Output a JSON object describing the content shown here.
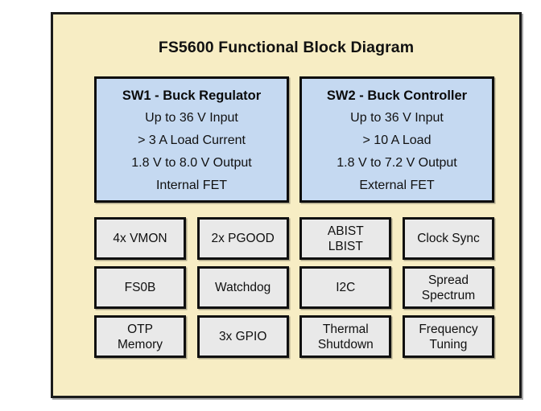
{
  "diagram": {
    "title": "FS5600 Functional Block Diagram",
    "frame_background": "#f7edc4",
    "frame_border_color": "#1b1b1b",
    "switcher_block_color": "#c5d9f1",
    "feature_block_color": "#e9e9e9",
    "text_color": "#101010"
  },
  "switchers": [
    {
      "title": "SW1 - Buck Regulator",
      "lines": [
        "Up to 36 V Input",
        "> 3 A Load Current",
        "1.8 V to 8.0 V Output",
        "Internal FET"
      ]
    },
    {
      "title": "SW2 - Buck Controller",
      "lines": [
        "Up to 36 V Input",
        "> 10 A Load",
        "1.8 V to 7.2 V Output",
        "External FET"
      ]
    }
  ],
  "features": [
    [
      {
        "lines": [
          "4x VMON"
        ]
      },
      {
        "lines": [
          "2x PGOOD"
        ]
      },
      {
        "lines": [
          "ABIST",
          "LBIST"
        ]
      },
      {
        "lines": [
          "Clock Sync"
        ]
      }
    ],
    [
      {
        "lines": [
          "FS0B"
        ]
      },
      {
        "lines": [
          "Watchdog"
        ]
      },
      {
        "lines": [
          "I2C"
        ]
      },
      {
        "lines": [
          "Spread",
          "Spectrum"
        ]
      }
    ],
    [
      {
        "lines": [
          "OTP",
          "Memory"
        ]
      },
      {
        "lines": [
          "3x GPIO"
        ]
      },
      {
        "lines": [
          "Thermal",
          "Shutdown"
        ]
      },
      {
        "lines": [
          "Frequency",
          "Tuning"
        ]
      }
    ]
  ]
}
